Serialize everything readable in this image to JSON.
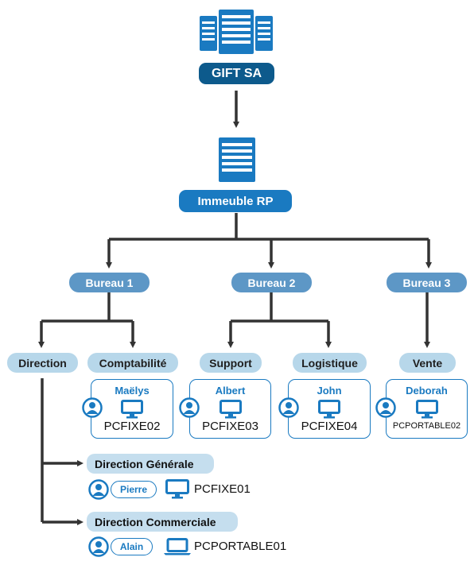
{
  "company": {
    "name": "GIFT SA",
    "icon": "buildings-icon"
  },
  "building": {
    "name": "Immeuble RP",
    "icon": "building-icon"
  },
  "offices": [
    {
      "name": "Bureau 1"
    },
    {
      "name": "Bureau 2"
    },
    {
      "name": "Bureau 3"
    }
  ],
  "services": {
    "direction": "Direction",
    "comptabilite": "Comptabilité",
    "support": "Support",
    "logistique": "Logistique",
    "vente": "Vente"
  },
  "workstations": [
    {
      "user": "Maëlys",
      "pc": "PCFIXE02"
    },
    {
      "user": "Albert",
      "pc": "PCFIXE03"
    },
    {
      "user": "John",
      "pc": "PCFIXE04"
    },
    {
      "user": "Deborah",
      "pc": "PCPORTABLE02"
    }
  ],
  "sub_directions": [
    {
      "name": "Direction Générale",
      "user": "Pierre",
      "pc": "PCFIXE01",
      "device": "desktop-icon"
    },
    {
      "name": "Direction Commerciale",
      "user": "Alain",
      "pc": "PCPORTABLE01",
      "device": "laptop-icon"
    }
  ],
  "colors": {
    "dark_blue": "#0d5a8c",
    "blue": "#1a7ac1",
    "bureau_blue": "#5d97c6",
    "light_blue": "#b7d7ea",
    "connector": "#333333"
  }
}
